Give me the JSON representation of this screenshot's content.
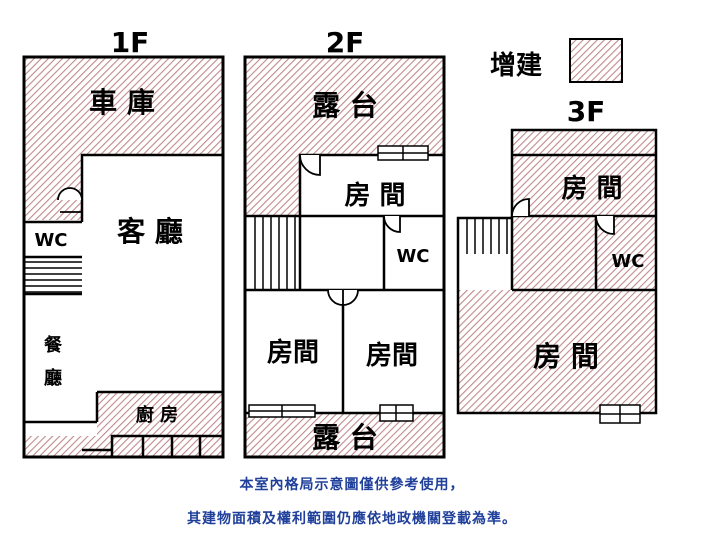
{
  "floors": {
    "f1": "1F",
    "f2": "2F",
    "f3": "3F"
  },
  "legend": {
    "label": "增建"
  },
  "rooms": {
    "f1_garage": "車 庫",
    "f1_living": "客 廳",
    "f1_wc": "WC",
    "f1_dining_1": "餐",
    "f1_dining_2": "廳",
    "f1_kitchen": "廚 房",
    "f2_terrace_top": "露 台",
    "f2_room_top": "房 間",
    "f2_wc": "WC",
    "f2_room_left": "房間",
    "f2_room_right": "房間",
    "f2_terrace_bottom": "露 台",
    "f3_room_top": "房 間",
    "f3_wc": "WC",
    "f3_room_big": "房 間"
  },
  "notes": {
    "line1": "本室內格局示意圖僅供參考使用，",
    "line2": "其建物面積及權利範圍仍應依地政機關登載為準。"
  },
  "colors": {
    "hatch": "#c08a8a",
    "wall": "#000000",
    "note": "#1f3f9a"
  }
}
